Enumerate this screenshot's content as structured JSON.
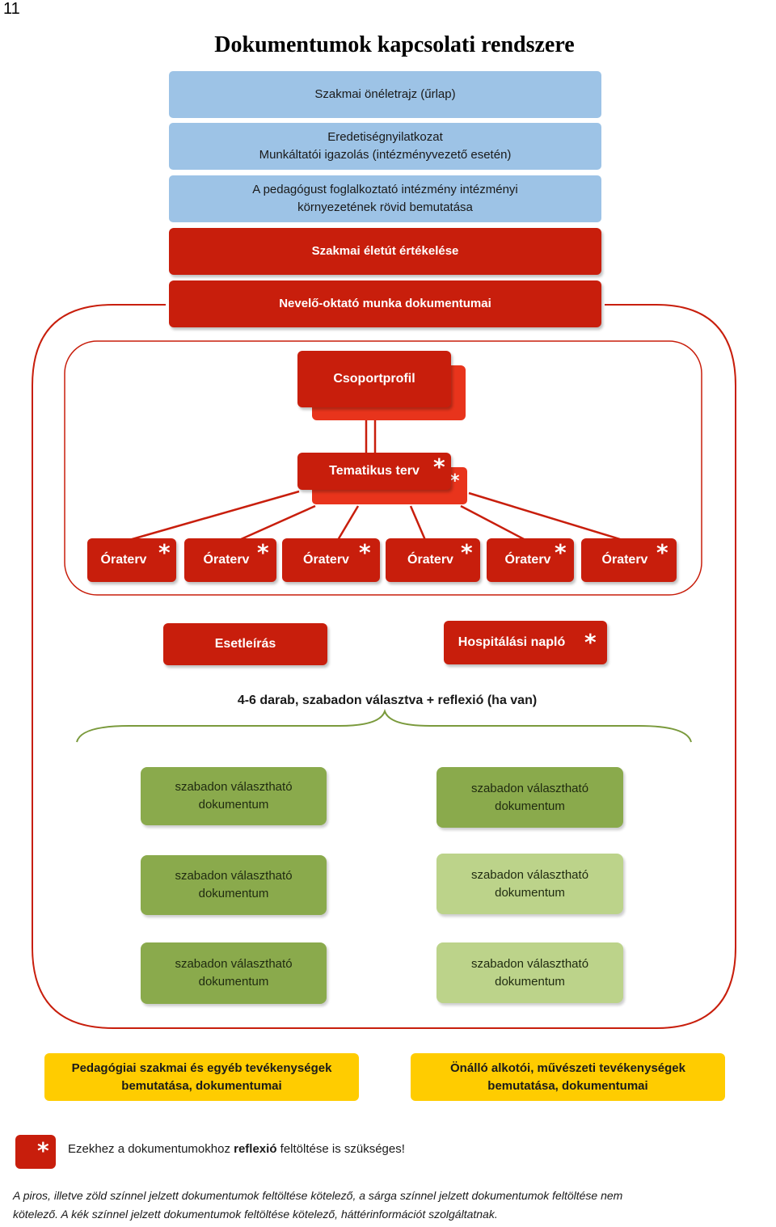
{
  "page_number": "11",
  "title": "Dokumentumok kapcsolati rendszere",
  "blue_boxes": {
    "b1": [
      "Szakmai önéletrajz (űrlap)"
    ],
    "b2": [
      "Eredetiségnyilatkozat",
      "Munkáltatói igazolás (intézményvezető esetén)"
    ],
    "b3": [
      "A pedagógust foglalkoztató intézmény intézményi",
      "környezetének rövid bemutatása"
    ]
  },
  "red_boxes": {
    "eletut": "Szakmai életút értékelése",
    "nevelo": "Nevelő-oktató munka dokumentumai",
    "csoportprofil": "Csoportprofil",
    "tematikus": "Tematikus terv",
    "oraterv": [
      "Óraterv",
      "Óraterv",
      "Óraterv",
      "Óraterv",
      "Óraterv",
      "Óraterv"
    ],
    "esetleiras": "Esetleírás",
    "hospitalasi": "Hospitálási napló"
  },
  "star_symbol": "*",
  "free_choice_label": "4-6 darab, szabadon választva + reflexió (ha van)",
  "green_boxes": {
    "line1": "szabadon választható",
    "line2": "dokumentum",
    "shades": [
      "dark",
      "dark",
      "dark",
      "light",
      "dark",
      "light"
    ]
  },
  "yellow_boxes": {
    "left": [
      "Pedagógiai szakmai és egyéb tevékenységek",
      "bemutatása, dokumentumai"
    ],
    "right": [
      "Önálló alkotói, művészeti tevékenységek",
      "bemutatása, dokumentumai"
    ]
  },
  "legend": {
    "before": "Ezekhez a dokumentumokhoz ",
    "bold": "reflexió",
    "after": " feltöltése is szükséges!"
  },
  "footnote": {
    "line1": "A piros, illetve zöld színnel jelzett dokumentumok feltöltése kötelező, a sárga színnel jelzett dokumentumok feltöltése nem",
    "line2": "kötelező. A kék színnel jelzett dokumentumok feltöltése kötelező, háttérinformációt szolgáltatnak."
  },
  "colors": {
    "blue": "#9dc3e6",
    "red": "#c81e0c",
    "green_dark": "#8aaa4c",
    "green_light": "#bcd38a",
    "yellow": "#ffcc00"
  }
}
